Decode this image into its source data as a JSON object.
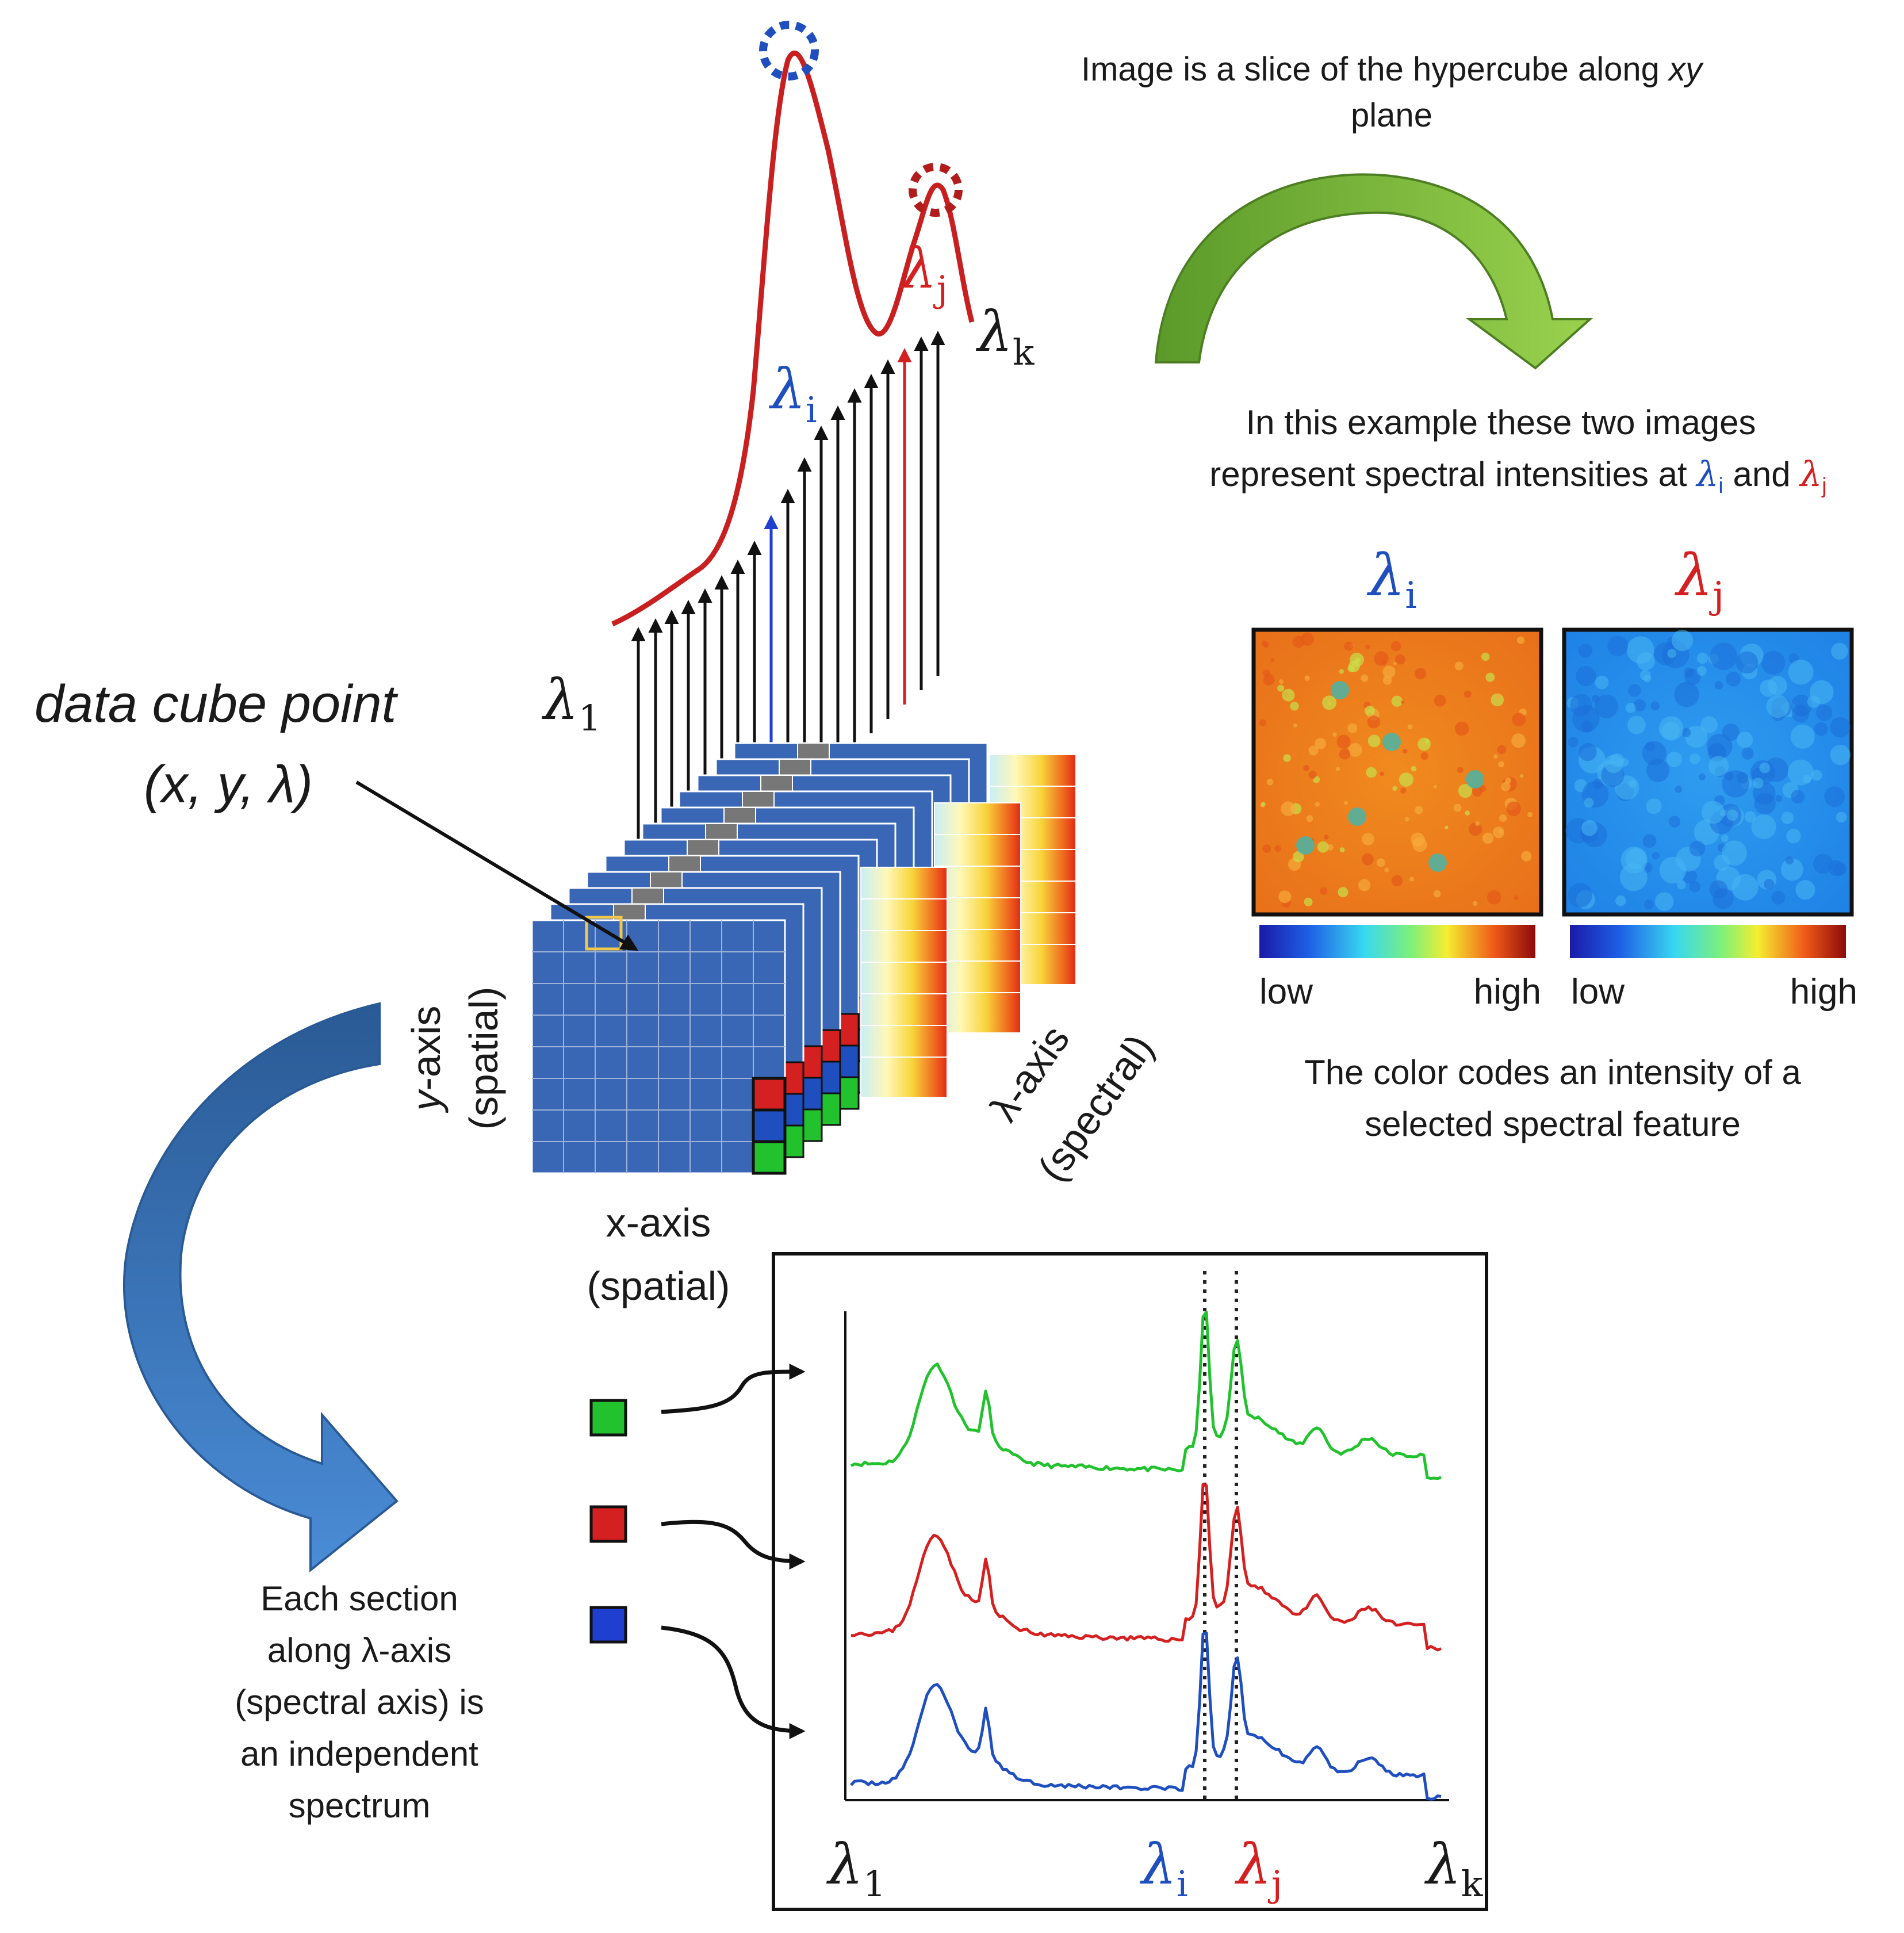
{
  "colors": {
    "blue": "#1f4fbf",
    "red": "#d42020",
    "green": "#22c22e",
    "dark_red": "#b21c1c",
    "cube_blue": "#3a67b5",
    "arrow_green": "#7ab83c",
    "arrow_blue": "#2f5f9e"
  },
  "top": {
    "slice_caption_line1": "Image is a slice of the hypercube along ",
    "slice_caption_xy": "xy",
    "slice_caption_line2": "plane",
    "lambda_1": "λ",
    "sub_1": "1",
    "lambda_i": "λ",
    "sub_i": "i",
    "lambda_j": "λ",
    "sub_j": "j",
    "lambda_k": "λ",
    "sub_k": "k"
  },
  "cube": {
    "point_label_line1": "data cube point",
    "point_label_line2": "(x, y, λ)",
    "y_axis_line1": "y-axis",
    "y_axis_line2": "(spatial)",
    "x_axis_line1": "x-axis",
    "x_axis_line2": "(spatial)",
    "lambda_axis_line1": "λ-axis",
    "lambda_axis_line2": "(spectral)"
  },
  "example": {
    "line1": "In this example these two images",
    "line2_prefix": "represent spectral intensities at ",
    "line2_and": " and ",
    "image_i_label": "λ",
    "image_i_sub": "i",
    "image_j_label": "λ",
    "image_j_sub": "j",
    "low": "low",
    "high": "high",
    "color_caption_line1": "The color codes an intensity of a",
    "color_caption_line2": "selected spectral feature"
  },
  "sections": {
    "caption_line1": "Each section",
    "caption_line2": "along λ-axis",
    "caption_line3": "(spectral axis) is",
    "caption_line4": "an independent",
    "caption_line5": "spectrum"
  },
  "spectra_axis": {
    "lambda_1": "λ",
    "sub_1": "1",
    "lambda_i": "λ",
    "sub_i": "i",
    "lambda_j": "λ",
    "sub_j": "j",
    "lambda_k": "λ",
    "sub_k": "k"
  },
  "spectra": [
    {
      "color_key": "green"
    },
    {
      "color_key": "red"
    },
    {
      "color_key": "blue"
    }
  ]
}
